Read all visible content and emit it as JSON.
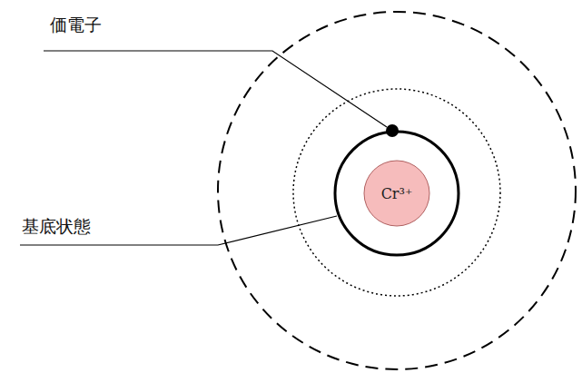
{
  "diagram": {
    "nodes": [
      {
        "text": [
          "Cr³⁺"
        ]
      }
    ],
    "labels": [
      "価電子",
      "基底状態"
    ]
  }
}
